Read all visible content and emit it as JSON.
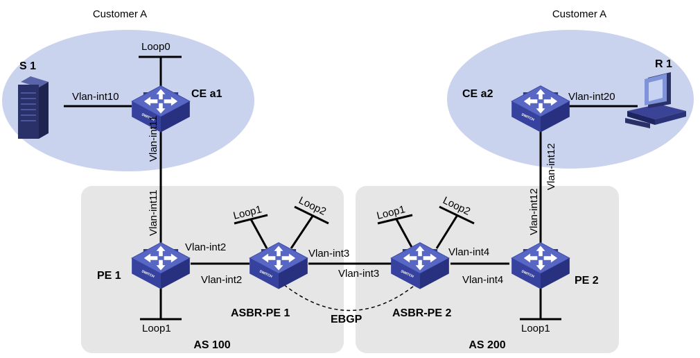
{
  "colors": {
    "customer_site": "#c9d3ee",
    "as_region": "#e6e6e6",
    "switch_top": "#5563c2",
    "switch_side": "#2e3a8f",
    "link": "#000000"
  },
  "customer_sites": [
    {
      "label": "Customer A"
    },
    {
      "label": "Customer A"
    }
  ],
  "as_regions": [
    {
      "label": "AS 100"
    },
    {
      "label": "AS 200"
    }
  ],
  "devices": {
    "s1": {
      "label": "S 1",
      "icon": "server-icon"
    },
    "r1": {
      "label": "R 1",
      "icon": "computer-icon"
    },
    "ce_a1": {
      "label": "CE a1",
      "icon": "switch-icon",
      "chip": "SWITCH"
    },
    "ce_a2": {
      "label": "CE a2",
      "icon": "switch-icon",
      "chip": "SWITCH"
    },
    "pe1": {
      "label": "PE 1",
      "icon": "switch-icon",
      "chip": "SWITCH"
    },
    "pe2": {
      "label": "PE 2",
      "icon": "switch-icon",
      "chip": "SWITCH"
    },
    "asbr_pe1": {
      "label": "ASBR-PE 1",
      "icon": "switch-icon",
      "chip": "SWITCH"
    },
    "asbr_pe2": {
      "label": "ASBR-PE 2",
      "icon": "switch-icon",
      "chip": "SWITCH"
    }
  },
  "interfaces": {
    "ce_a1_loop0": "Loop0",
    "s1_ce_a1": "Vlan-int10",
    "ce_a1_pe1": "Vlan-int11",
    "pe1_ce_a1": "Vlan-int11",
    "pe1_asbr1": "Vlan-int2",
    "asbr1_pe1": "Vlan-int2",
    "asbr1_loop1": "Loop1",
    "asbr1_loop2": "Loop2",
    "asbr1_asbr2": "Vlan-int3",
    "asbr2_asbr1": "Vlan-int3",
    "asbr2_loop1": "Loop1",
    "asbr2_loop2": "Loop2",
    "asbr2_pe2": "Vlan-int4",
    "pe2_asbr2": "Vlan-int4",
    "pe1_loop1": "Loop1",
    "pe2_loop1": "Loop1",
    "ce_a2_r1": "Vlan-int20",
    "ce_a2_pe2": "Vlan-int12",
    "pe2_ce_a2": "Vlan-int12"
  },
  "sessions": {
    "ebgp": "EBGP"
  }
}
